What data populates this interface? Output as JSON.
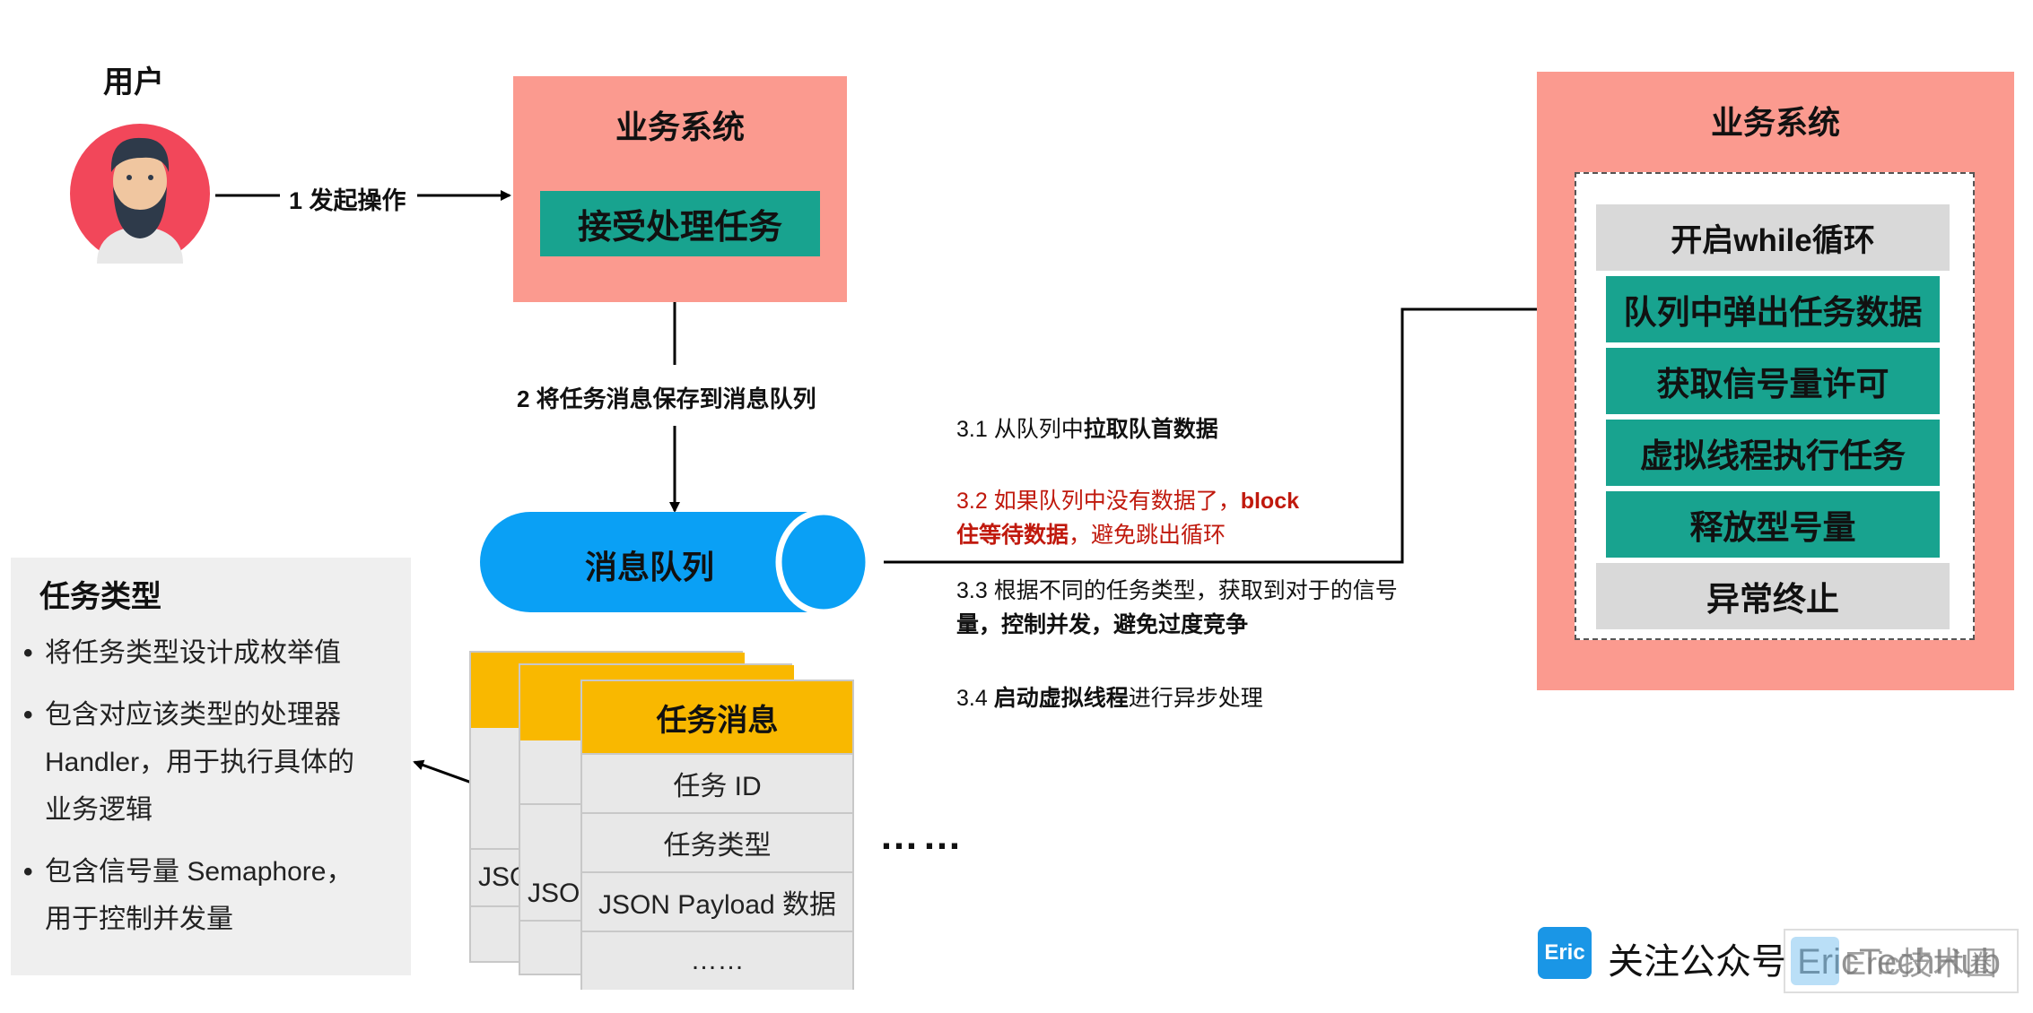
{
  "user": {
    "label": "用户"
  },
  "step1": {
    "label": "1 发起操作"
  },
  "biz_left": {
    "title": "业务系统",
    "task": "接受处理任务"
  },
  "step2": {
    "label": "2 将任务消息保存到消息队列"
  },
  "queue": {
    "label": "消息队列"
  },
  "notes": {
    "s31_prefix": "3.1 从队列中",
    "s31_bold": "拉取队首数据",
    "s32_line1": "3.2 如果队列中没有数据了，",
    "s32_line1_bold": "block",
    "s32_line2_bold": "住等待数据",
    "s32_line2_rest": "，避免跳出循环",
    "s33_line1": "3.3 根据不同的任务类型，获取到对于的信号",
    "s33_line2_a": "量，",
    "s33_line2_bold": "控制并发，避免过度竞争",
    "s34_prefix": "3.4 ",
    "s34_bold": "启动虚拟线程",
    "s34_rest": "进行异步处理"
  },
  "biz_right": {
    "title": "业务系统",
    "steps": [
      "开启while循环",
      "队列中弹出任务数据",
      "获取信号量许可",
      "虚拟线程执行任务",
      "释放型号量",
      "异常终止"
    ]
  },
  "task_type_panel": {
    "title": "任务类型",
    "bullets": [
      [
        "将任务类型设计成枚举值"
      ],
      [
        "包含对应该类型的处理器",
        "Handler，用于执行具体的",
        "业务逻辑"
      ],
      [
        "包含信号量 Semaphore，",
        "用于控制并发量"
      ]
    ]
  },
  "message_card": {
    "header": "任务消息",
    "rows": [
      "任务 ID",
      "任务类型",
      "JSON Payload 数据",
      "……"
    ],
    "back_partial_1": "JSO",
    "back_partial_2": "JSO"
  },
  "ellipsis": "……",
  "footer": {
    "logo_text": "Eric",
    "follow": "关注公众号 EricTechHub",
    "watermark": "Eric技术圈"
  },
  "colors": {
    "pink": "#fb9a8f",
    "teal": "#18a38f",
    "grey": "#d9d9d9",
    "queue_blue": "#0aa0f5",
    "card_yellow": "#f9b800",
    "logo_blue": "#1a96e6",
    "red_text": "#c0190d"
  }
}
